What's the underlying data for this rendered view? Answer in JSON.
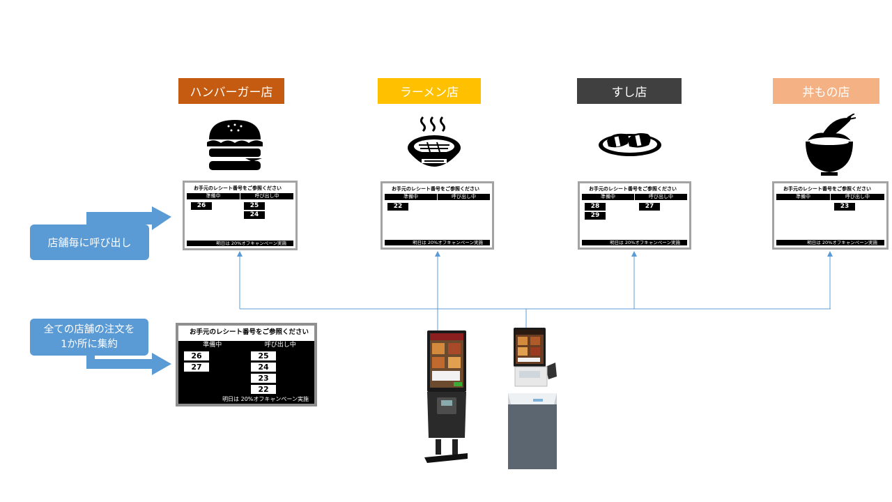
{
  "colors": {
    "hamburger": "#c55a11",
    "ramen": "#ffc000",
    "sushi": "#404040",
    "donburi": "#f4b183",
    "callout": "#5b9bd5",
    "line": "#5b9bd5"
  },
  "stores": [
    {
      "name": "ハンバーガー店",
      "icon": "hamburger-icon",
      "preparing": [
        "26"
      ],
      "calling": [
        "25",
        "24"
      ]
    },
    {
      "name": "ラーメン店",
      "icon": "ramen-bowl-icon",
      "preparing": [
        "22"
      ],
      "calling": []
    },
    {
      "name": "すし店",
      "icon": "sushi-plate-icon",
      "preparing": [
        "28",
        "29"
      ],
      "calling": [
        "27"
      ]
    },
    {
      "name": "丼もの店",
      "icon": "tempura-don-icon",
      "preparing": [],
      "calling": [
        "23"
      ]
    }
  ],
  "screen": {
    "header": "お手元のレシート番号をご参照ください",
    "col_preparing": "準備中",
    "col_calling": "呼び出し中",
    "footer": "明日は 20%オフキャンペーン実施"
  },
  "combined_screen": {
    "preparing": [
      "26",
      "27"
    ],
    "calling": [
      "25",
      "24",
      "23",
      "22"
    ]
  },
  "callouts": {
    "per_store": "店舗毎に呼び出し",
    "combined_line1": "全ての店舗の注文を",
    "combined_line2": "1か所に集約"
  }
}
